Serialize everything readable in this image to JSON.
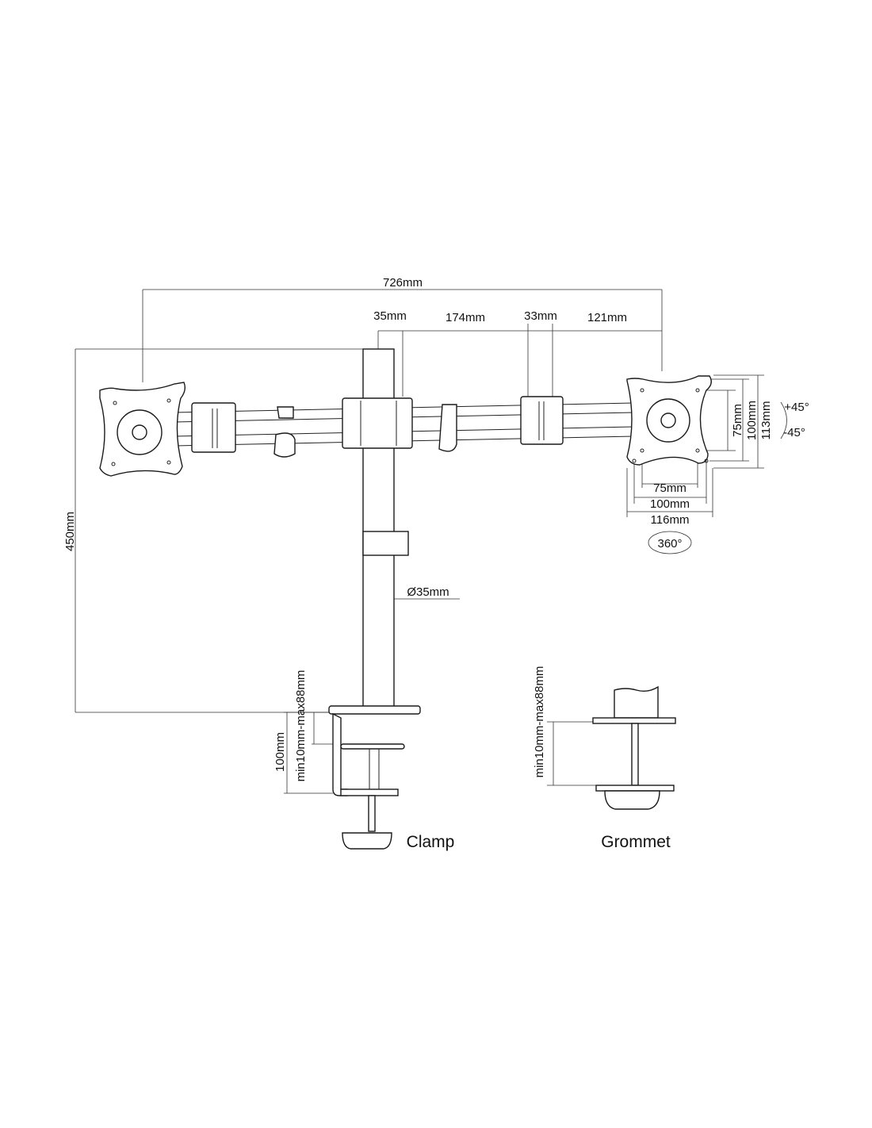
{
  "title": "Dual monitor desk mount dimension drawing",
  "dimensions": {
    "overall_width": "726mm",
    "pole_diameter_top": "35mm",
    "arm_segment_1": "174mm",
    "joint_width": "33mm",
    "arm_segment_2": "121mm",
    "height": "450mm",
    "pole_diameter": "Ø35mm",
    "vesa_vertical_small": "75mm",
    "vesa_vertical_large": "100mm",
    "plate_height": "113mm",
    "vesa_horizontal_small": "75mm",
    "vesa_horizontal_large": "100mm",
    "plate_width": "116mm",
    "tilt_up": "+45°",
    "tilt_down": "-45°",
    "rotation": "360°",
    "clamp_height": "100mm",
    "clamp_desk_range": "min10mm-max88mm",
    "grommet_desk_range": "min10mm-max88mm"
  },
  "labels": {
    "clamp": "Clamp",
    "grommet": "Grommet"
  }
}
